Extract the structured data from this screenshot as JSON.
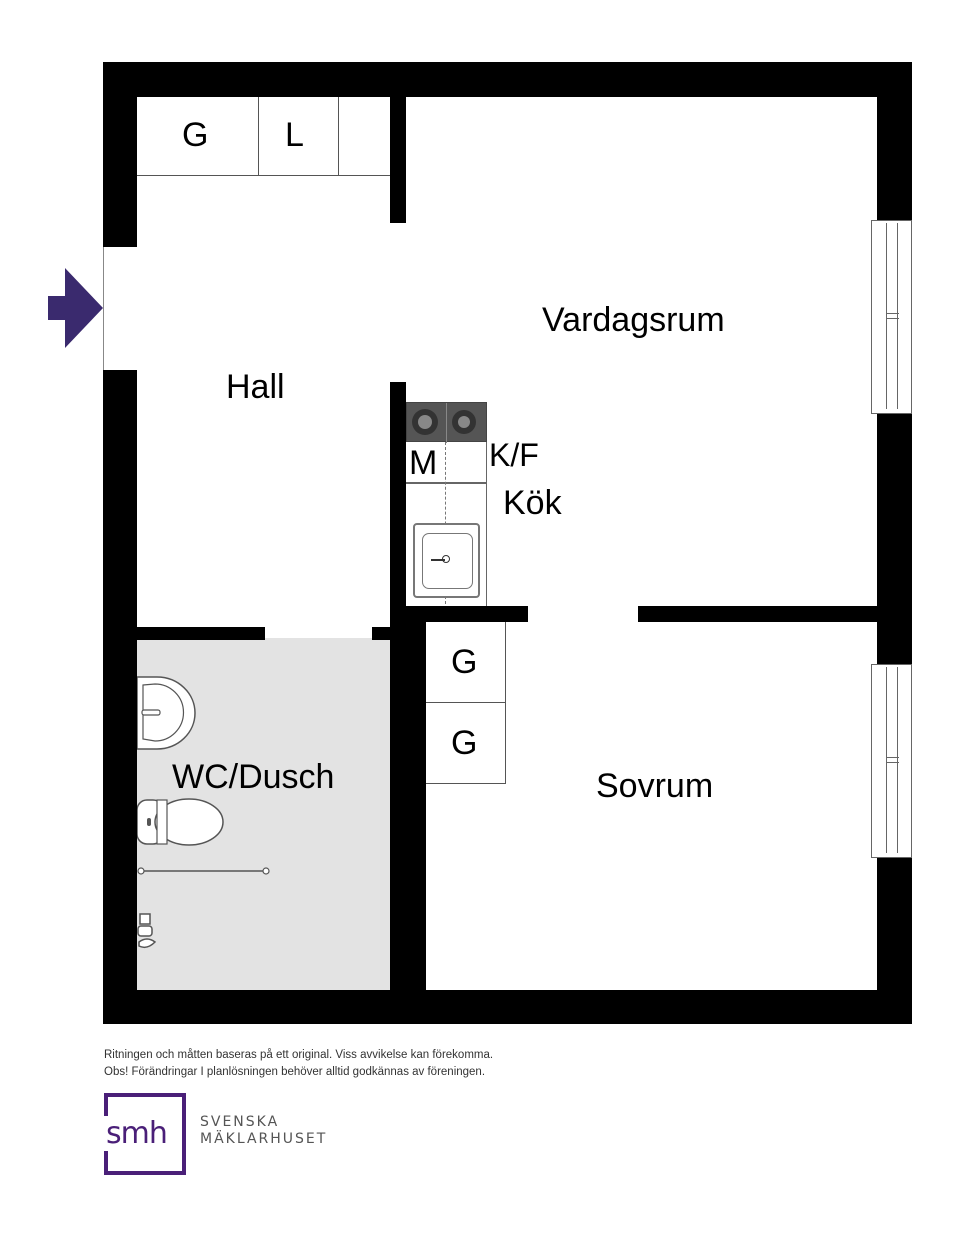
{
  "floorplan": {
    "rooms": {
      "hall": "Hall",
      "vardagsrum": "Vardagsrum",
      "kok": "Kök",
      "wc_dusch": "WC/Dusch",
      "sovrum": "Sovrum"
    },
    "fixtures": {
      "hall_wardrobe_1": "G",
      "hall_wardrobe_2": "L",
      "kitchen_microwave": "M",
      "kitchen_fridge_freezer": "K/F",
      "bedroom_wardrobe_1": "G",
      "bedroom_wardrobe_2": "G"
    },
    "entrance_arrow_color": "#3a2a6e",
    "bathroom_floor_color": "#e3e3e3",
    "wall_color": "#000000"
  },
  "footer": {
    "disclaimer_line1": "Ritningen och måtten baseras på ett original. Viss avvikelse kan förekomma.",
    "disclaimer_line2": "Obs! Förändringar I planlösningen behöver alltid godkännas av föreningen.",
    "logo_mark": "smh",
    "brand_line1": "SVENSKA",
    "brand_line2": "MÄKLARHUSET",
    "brand_color": "#4a1f78"
  }
}
